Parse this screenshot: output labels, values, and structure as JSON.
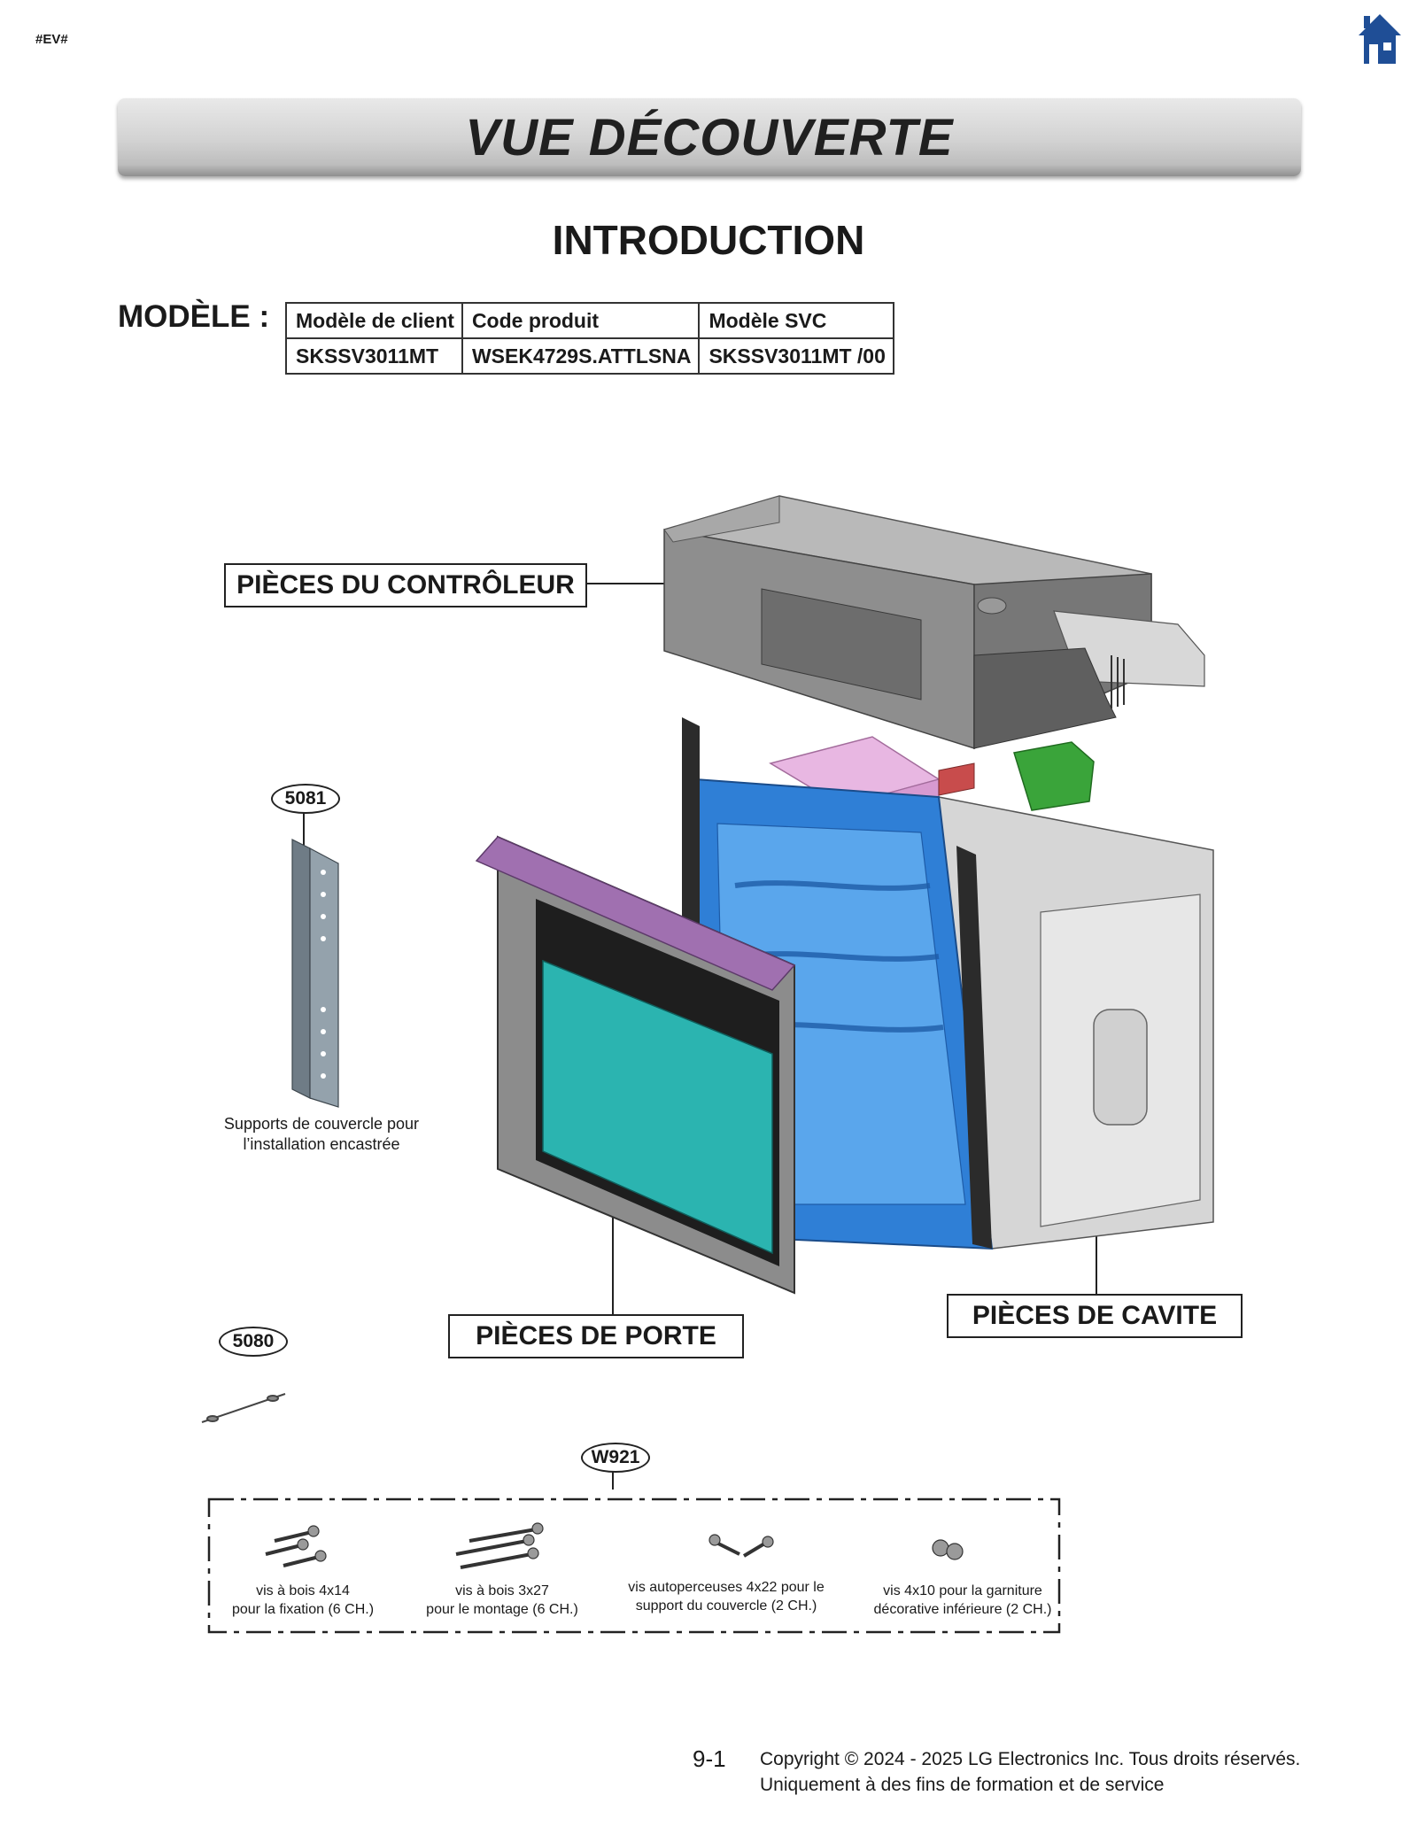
{
  "header": {
    "tag": "#EV#",
    "banner_title": "VUE DÉCOUVERTE",
    "section_title": "INTRODUCTION"
  },
  "icons": {
    "home": "home-icon"
  },
  "colors": {
    "home_icon": "#1f4e96",
    "door_glass": "#2bb4b0",
    "door_trim": "#a070b0",
    "cavity": "#2f7fd6",
    "control_unit": "#8e8e8e",
    "pink_part": "#e8b7e2",
    "green_part": "#3aa43a"
  },
  "model": {
    "label": "MODÈLE :",
    "headers": [
      "Modèle de client",
      "Code produit",
      "Modèle SVC"
    ],
    "values": [
      "SKSSV3011MT",
      "WSEK4729S.ATTLSNA",
      "SKSSV3011MT /00"
    ]
  },
  "labels": {
    "controleur": "PIÈCES DU CONTRÔLEUR",
    "porte": "PIÈCES DE PORTE",
    "cavite": "PIÈCES DE CAVITE"
  },
  "callouts": {
    "bracket": "5081",
    "wire": "5080",
    "screws": "W921"
  },
  "bracket_caption": {
    "line1": "Supports de couvercle pour",
    "line2": "l’installation encastrée"
  },
  "screws": [
    {
      "line1": "vis à bois 4x14",
      "line2": "pour la fixation (6 CH.)"
    },
    {
      "line1": "vis à bois 3x27",
      "line2": "pour le montage (6 CH.)"
    },
    {
      "line1": "vis autoperceuses 4x22 pour le",
      "line2": "support du couvercle (2 CH.)"
    },
    {
      "line1": "vis 4x10 pour la garniture",
      "line2": "décorative inférieure (2 CH.)"
    }
  ],
  "footer": {
    "page": "9-1",
    "copyright_line1": "Copyright © 2024 - 2025 LG Electronics Inc. Tous droits réservés.",
    "copyright_line2": "Uniquement à des fins de formation et de service"
  }
}
